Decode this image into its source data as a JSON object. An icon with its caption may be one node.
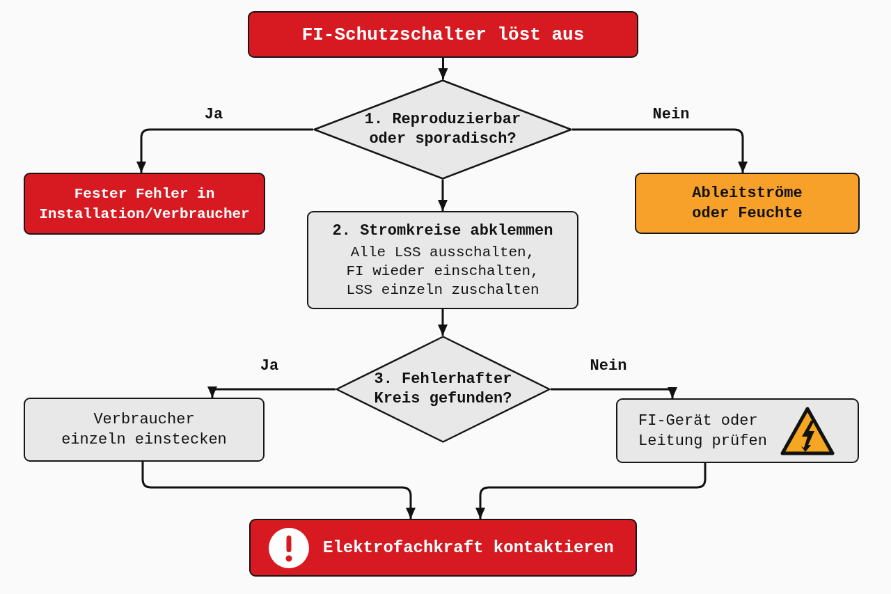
{
  "diagram": {
    "nodes": [
      {
        "text": [
          "FI-Schutzschalter löst aus"
        ]
      },
      {
        "text": [
          "1. Reproduzierbar oder sporadisch?"
        ]
      },
      {
        "text": [
          "Fester Fehler in Installation/Verbraucher"
        ]
      },
      {
        "text": [
          "Ableitströme oder Feuchte"
        ]
      },
      {
        "text": [
          "2. Stromkreise abklemmen",
          "Alle LSS ausschalten, FI wieder einschalten, LSS einzeln zuschalten"
        ]
      },
      {
        "text": [
          "3. Fehlerhafter Kreis gefunden?"
        ]
      },
      {
        "text": [
          "Verbraucher einzeln einstecken"
        ]
      },
      {
        "text": [
          "FI-Gerät oder Leitung prüfen"
        ]
      },
      {
        "text": [
          "Elektrofachkraft kontaktieren"
        ]
      }
    ],
    "edges": [
      {
        "from": 0,
        "to": 1,
        "arrow": "to"
      },
      {
        "from": 1,
        "to": 2,
        "arrow": "to",
        "label": "Ja"
      },
      {
        "from": 1,
        "to": 3,
        "arrow": "to",
        "label": "Nein"
      },
      {
        "from": 1,
        "to": 4,
        "arrow": "to"
      },
      {
        "from": 4,
        "to": 5,
        "arrow": "to"
      },
      {
        "from": 5,
        "to": 6,
        "arrow": "to",
        "label": "Ja"
      },
      {
        "from": 5,
        "to": 7,
        "arrow": "to",
        "label": "Nein"
      },
      {
        "from": 6,
        "to": 8,
        "arrow": "to"
      },
      {
        "from": 7,
        "to": 8,
        "arrow": "to"
      }
    ]
  }
}
